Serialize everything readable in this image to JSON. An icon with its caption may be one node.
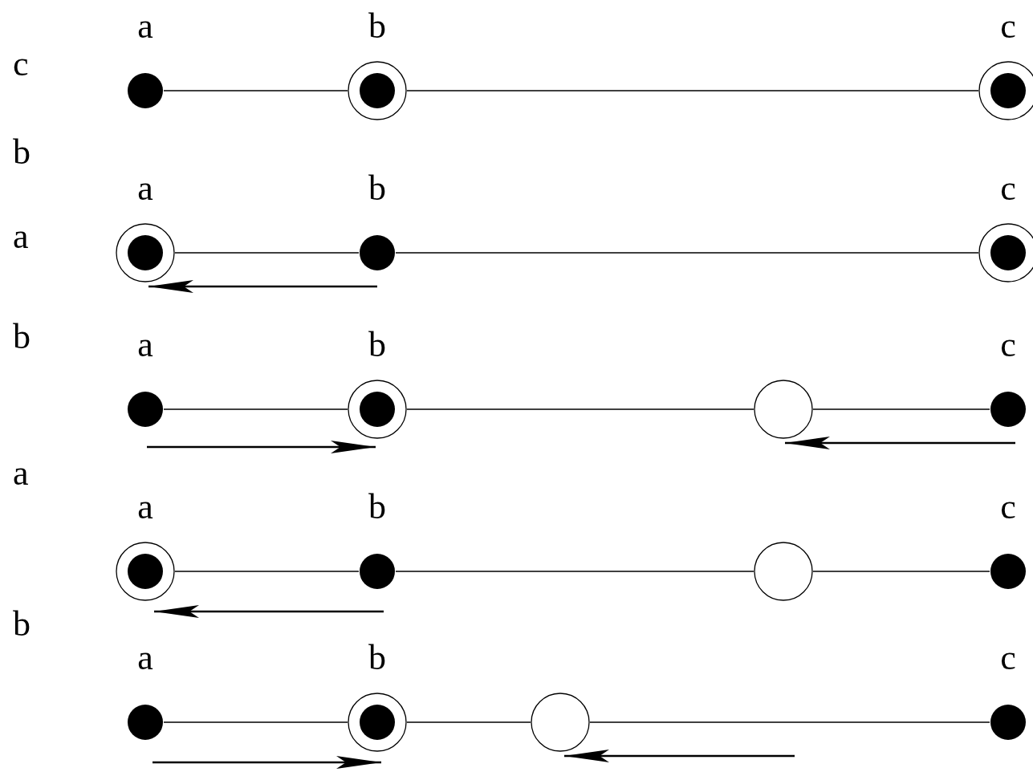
{
  "diagram": {
    "nodes": [
      {
        "text": [
          "a"
        ]
      },
      {
        "text": [
          "b"
        ]
      },
      {
        "text": [
          "c"
        ]
      },
      {
        "text": [
          "a"
        ]
      },
      {
        "text": [
          "b"
        ]
      },
      {
        "text": [
          "c"
        ]
      },
      {
        "text": [
          "a"
        ]
      },
      {
        "text": [
          "b"
        ]
      },
      {
        "text": [],
        "shape": "circle"
      },
      {
        "text": [
          "c"
        ]
      },
      {
        "text": [
          "a"
        ]
      },
      {
        "text": [
          "b"
        ]
      },
      {
        "text": [],
        "shape": "circle"
      },
      {
        "text": [
          "c"
        ]
      },
      {
        "text": [
          "a"
        ]
      },
      {
        "text": [
          "b"
        ]
      },
      {
        "text": [],
        "shape": "circle"
      },
      {
        "text": [
          "c"
        ]
      }
    ],
    "edges": [
      {
        "from": 0,
        "to": 1,
        "arrow": "none"
      },
      {
        "from": 1,
        "to": 2,
        "arrow": "none"
      },
      {
        "from": 3,
        "to": 4,
        "arrow": "none"
      },
      {
        "from": 4,
        "to": 5,
        "arrow": "none"
      },
      {
        "from": 6,
        "to": 7,
        "arrow": "none"
      },
      {
        "from": 7,
        "to": 8,
        "arrow": "none"
      },
      {
        "from": 8,
        "to": 9,
        "arrow": "none"
      },
      {
        "from": 10,
        "to": 11,
        "arrow": "none"
      },
      {
        "from": 11,
        "to": 12,
        "arrow": "none"
      },
      {
        "from": 12,
        "to": 13,
        "arrow": "none"
      },
      {
        "from": 14,
        "to": 15,
        "arrow": "none"
      },
      {
        "from": 15,
        "to": 16,
        "arrow": "none"
      },
      {
        "from": 16,
        "to": 17,
        "arrow": "none"
      }
    ],
    "labels": [
      "c",
      "b",
      "a",
      "b",
      "a",
      "b"
    ]
  }
}
